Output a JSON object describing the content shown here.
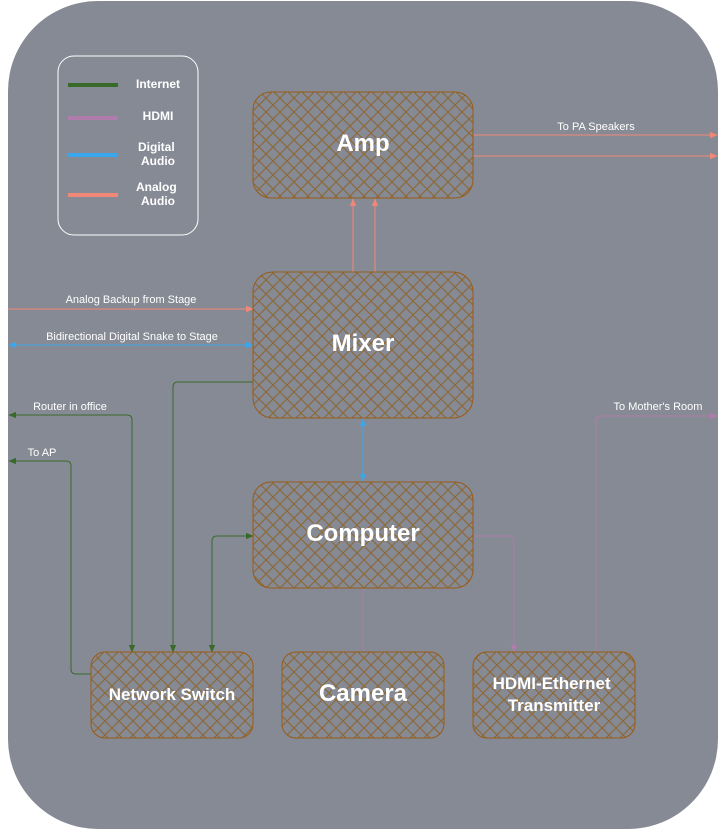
{
  "colors": {
    "background": "#868a94",
    "node_stroke": "#9a5a14",
    "hatch": "#8c6a3a",
    "internet": "#386a2a",
    "hdmi": "#b07cac",
    "digital_audio": "#3aa6ec",
    "analog_audio": "#f08878"
  },
  "legend": {
    "items": [
      {
        "label_lines": [
          "Internet"
        ],
        "kind": "internet"
      },
      {
        "label_lines": [
          "HDMI"
        ],
        "kind": "hdmi"
      },
      {
        "label_lines": [
          "Digital",
          "Audio"
        ],
        "kind": "digital_audio"
      },
      {
        "label_lines": [
          "Analog",
          "Audio"
        ],
        "kind": "analog_audio"
      }
    ]
  },
  "nodes": {
    "amp": {
      "lines": [
        "Amp"
      ]
    },
    "mixer": {
      "lines": [
        "Mixer"
      ]
    },
    "computer": {
      "lines": [
        "Computer"
      ]
    },
    "network_switch": {
      "lines": [
        "Network Switch"
      ]
    },
    "camera": {
      "lines": [
        "Camera"
      ]
    },
    "hdmi_transmitter": {
      "lines": [
        "HDMI-Ethernet",
        "Transmitter"
      ]
    }
  },
  "edge_labels": {
    "to_pa": "To PA Speakers",
    "analog_backup": "Analog Backup from Stage",
    "digital_snake": "Bidirectional Digital Snake to Stage",
    "router": "Router in office",
    "to_ap": "To AP",
    "mothers_room": "To Mother's Room"
  }
}
